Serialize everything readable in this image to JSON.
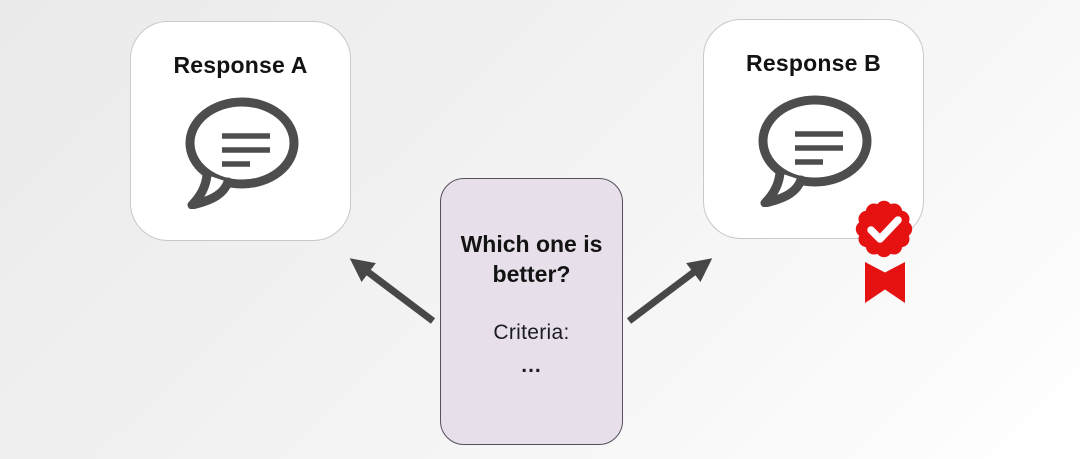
{
  "diagram": {
    "background": {
      "from": "#eaeaea",
      "to": "#ffffff"
    },
    "colors": {
      "card_bg": "#ffffff",
      "card_border": "#c9c9c9",
      "question_bg": "#e7dfe9",
      "question_border": "#55505a",
      "icon_gray": "#4d4d4d",
      "arrow_gray": "#474747",
      "text": "#131313",
      "badge_red": "#e61212",
      "badge_check": "#ffffff"
    },
    "response_a": {
      "title": "Response A",
      "icon": "speech-bubble-icon"
    },
    "response_b": {
      "title": "Response B",
      "icon": "speech-bubble-icon",
      "badge_icon": "award-ribbon-icon"
    },
    "question": {
      "title": "Which one is better?",
      "criteria": "Criteria:",
      "ellipsis": "..."
    }
  }
}
